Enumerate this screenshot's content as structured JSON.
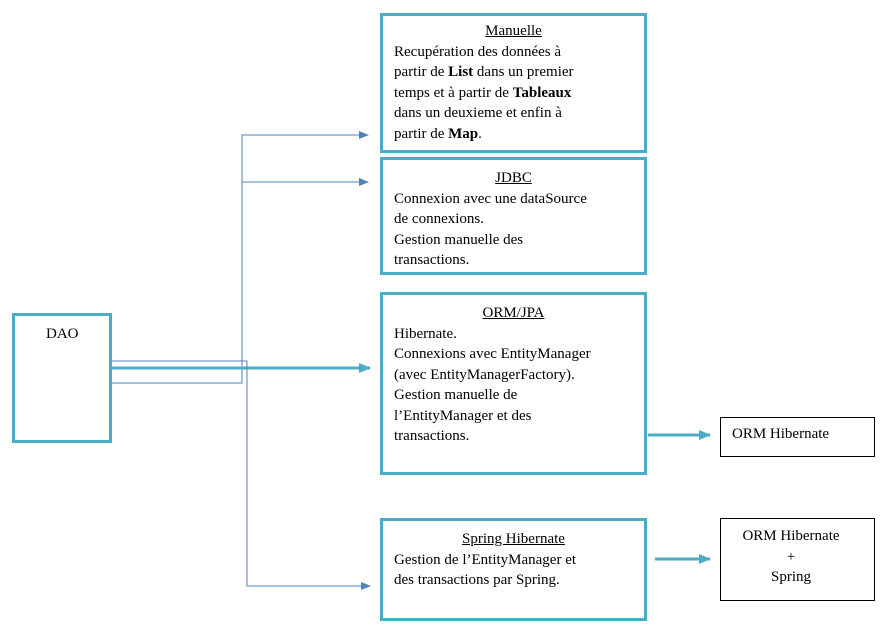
{
  "colors": {
    "accent": "#4bacc6",
    "connector": "#4f81bd",
    "border": "#000000"
  },
  "dao": {
    "label": "DAO"
  },
  "manuelle": {
    "title": "Manuelle",
    "lines": [
      [
        "Recupération des données à"
      ],
      [
        "partir de ",
        {
          "b": "List"
        },
        " dans un premier"
      ],
      [
        "temps et à partir de ",
        {
          "b": "Tableaux"
        }
      ],
      [
        "dans un deuxieme et enfin à"
      ],
      [
        "partir de ",
        {
          "b": "Map"
        },
        "."
      ]
    ]
  },
  "jdbc": {
    "title": "JDBC",
    "lines": [
      [
        "Connexion avec une dataSource"
      ],
      [
        "de connexions."
      ],
      [
        "Gestion manuelle des"
      ],
      [
        "transactions."
      ]
    ]
  },
  "orm_jpa": {
    "title": "ORM/JPA",
    "lines": [
      [
        "Hibernate."
      ],
      [
        "Connexions avec EntityManager"
      ],
      [
        "(avec EntityManagerFactory)."
      ],
      [
        "Gestion manuelle de"
      ],
      [
        "l’EntityManager et des"
      ],
      [
        "transactions."
      ]
    ]
  },
  "spring_hibernate": {
    "title": "Spring Hibernate",
    "lines": [
      [
        "Gestion de l’EntityManager et"
      ],
      [
        "des transactions par Spring."
      ]
    ]
  },
  "orm_hibernate": {
    "label": "ORM Hibernate"
  },
  "orm_hibernate_spring": {
    "line1": "ORM Hibernate",
    "line2": "+",
    "line3": "Spring"
  }
}
